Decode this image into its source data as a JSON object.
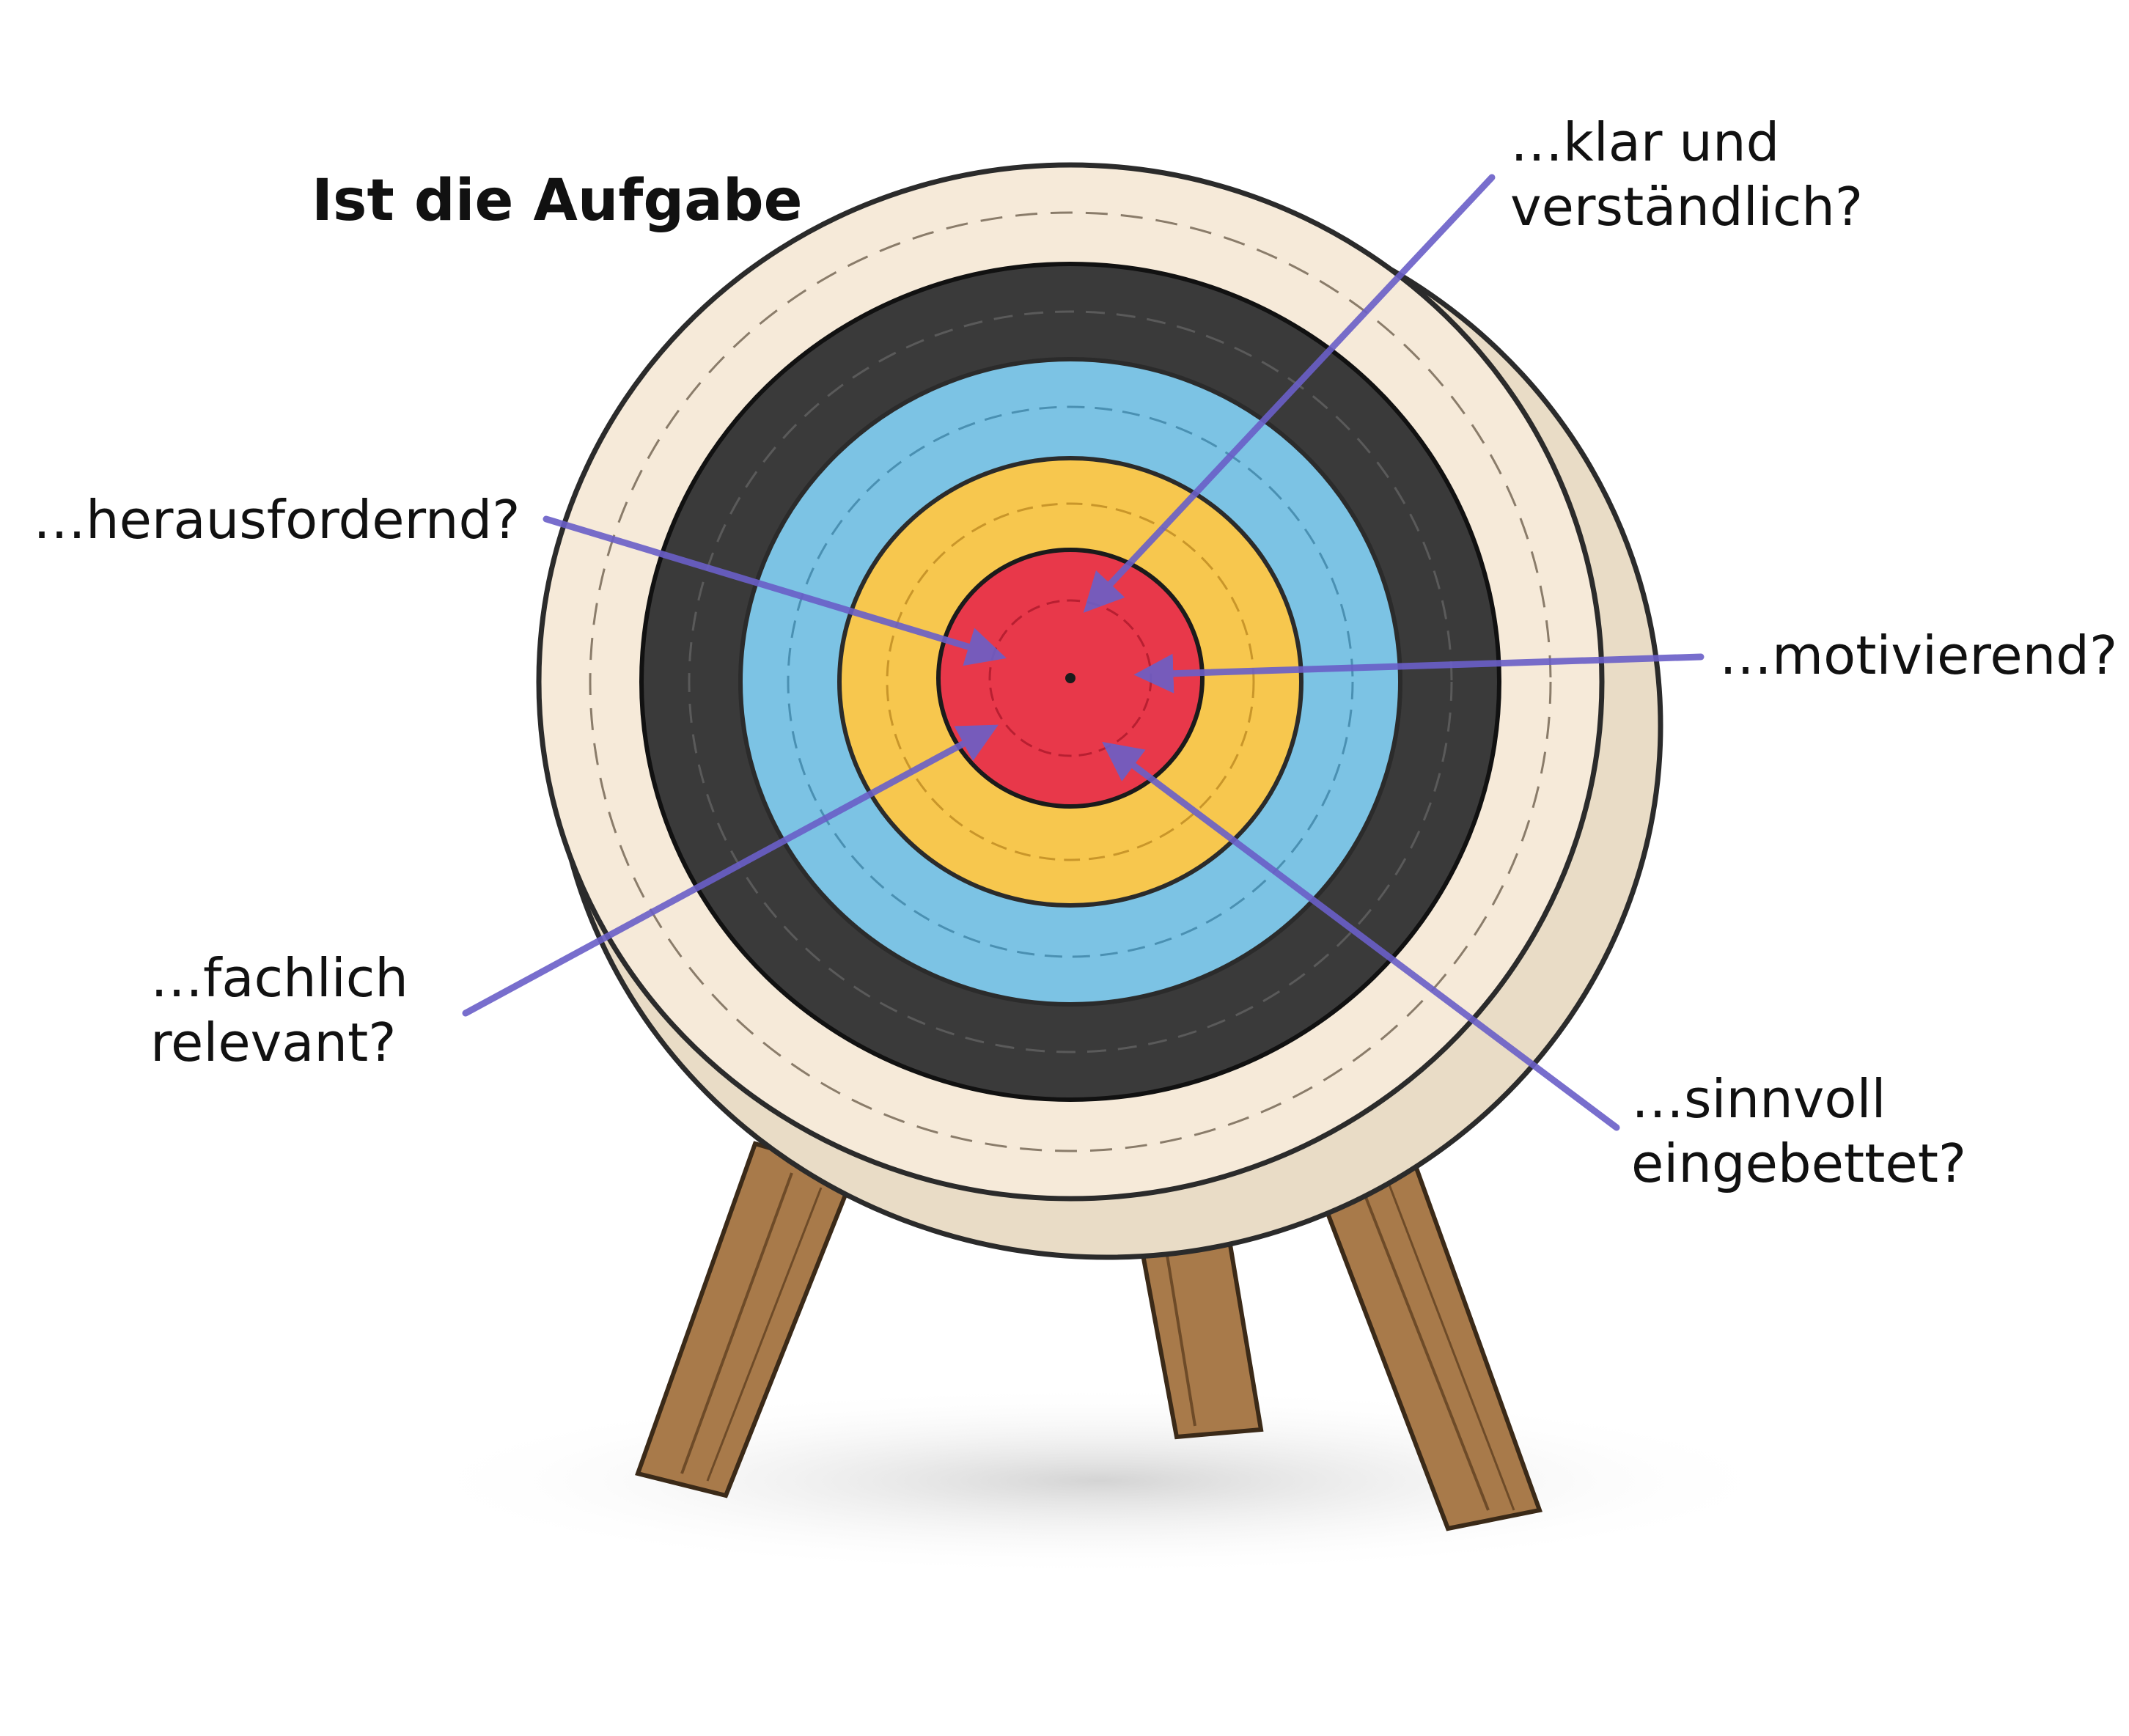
{
  "title": "Ist die Aufgabe",
  "questions": {
    "clear": {
      "lines": [
        "…klar und",
        "verständlich?"
      ]
    },
    "challenging": {
      "lines": [
        "…herausfordernd?"
      ]
    },
    "motivating": {
      "lines": [
        "…motivierend?"
      ]
    },
    "relevant": {
      "lines": [
        "…fachlich",
        "relevant?"
      ]
    },
    "embedded": {
      "lines": [
        "…sinnvoll",
        "eingebettet?"
      ]
    }
  },
  "colors": {
    "arrow": "#6a5fc8",
    "ring_outer": "#f6ead9",
    "ring_black": "#3a3a3a",
    "ring_blue": "#7cc3e4",
    "ring_yellow": "#f7c74e",
    "ring_red": "#e8384a",
    "wood": "#a87a4a"
  }
}
